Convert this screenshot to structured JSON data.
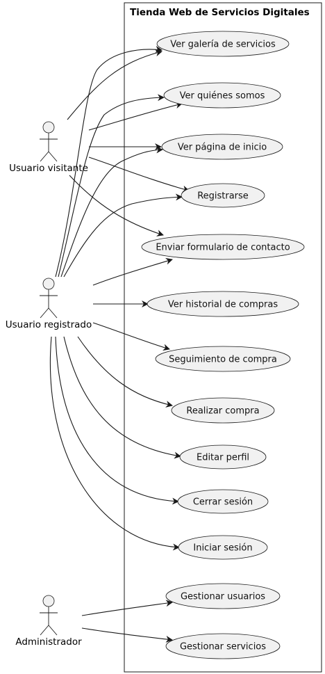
{
  "system": {
    "title": "Tienda Web de Servicios Digitales"
  },
  "colors": {
    "usecase_fill": "#f1f1f1",
    "stroke": "#181818",
    "background": "#ffffff"
  },
  "actors": [
    {
      "id": "visitante",
      "label": "Usuario visitante"
    },
    {
      "id": "registrado",
      "label": "Usuario registrado"
    },
    {
      "id": "admin",
      "label": "Administrador"
    }
  ],
  "usecases": [
    {
      "id": "galeria",
      "label": "Ver galería de servicios"
    },
    {
      "id": "quienes",
      "label": "Ver quiénes somos"
    },
    {
      "id": "inicio",
      "label": "Ver página de inicio"
    },
    {
      "id": "registrarse",
      "label": "Registrarse"
    },
    {
      "id": "contacto",
      "label": "Enviar formulario de contacto"
    },
    {
      "id": "historial",
      "label": "Ver historial de compras"
    },
    {
      "id": "seguimiento",
      "label": "Seguimiento de compra"
    },
    {
      "id": "compra",
      "label": "Realizar compra"
    },
    {
      "id": "perfil",
      "label": "Editar perfil"
    },
    {
      "id": "cerrar",
      "label": "Cerrar sesión"
    },
    {
      "id": "iniciar",
      "label": "Iniciar sesión"
    },
    {
      "id": "gusuarios",
      "label": "Gestionar usuarios"
    },
    {
      "id": "gservicios",
      "label": "Gestionar servicios"
    }
  ],
  "associations": [
    {
      "from": "visitante",
      "to": "galeria"
    },
    {
      "from": "visitante",
      "to": "quienes"
    },
    {
      "from": "visitante",
      "to": "inicio"
    },
    {
      "from": "visitante",
      "to": "registrarse"
    },
    {
      "from": "visitante",
      "to": "contacto"
    },
    {
      "from": "registrado",
      "to": "galeria"
    },
    {
      "from": "registrado",
      "to": "quienes"
    },
    {
      "from": "registrado",
      "to": "inicio"
    },
    {
      "from": "registrado",
      "to": "registrarse"
    },
    {
      "from": "registrado",
      "to": "contacto"
    },
    {
      "from": "registrado",
      "to": "historial"
    },
    {
      "from": "registrado",
      "to": "seguimiento"
    },
    {
      "from": "registrado",
      "to": "compra"
    },
    {
      "from": "registrado",
      "to": "perfil"
    },
    {
      "from": "registrado",
      "to": "cerrar"
    },
    {
      "from": "registrado",
      "to": "iniciar"
    },
    {
      "from": "admin",
      "to": "gusuarios"
    },
    {
      "from": "admin",
      "to": "gservicios"
    }
  ]
}
